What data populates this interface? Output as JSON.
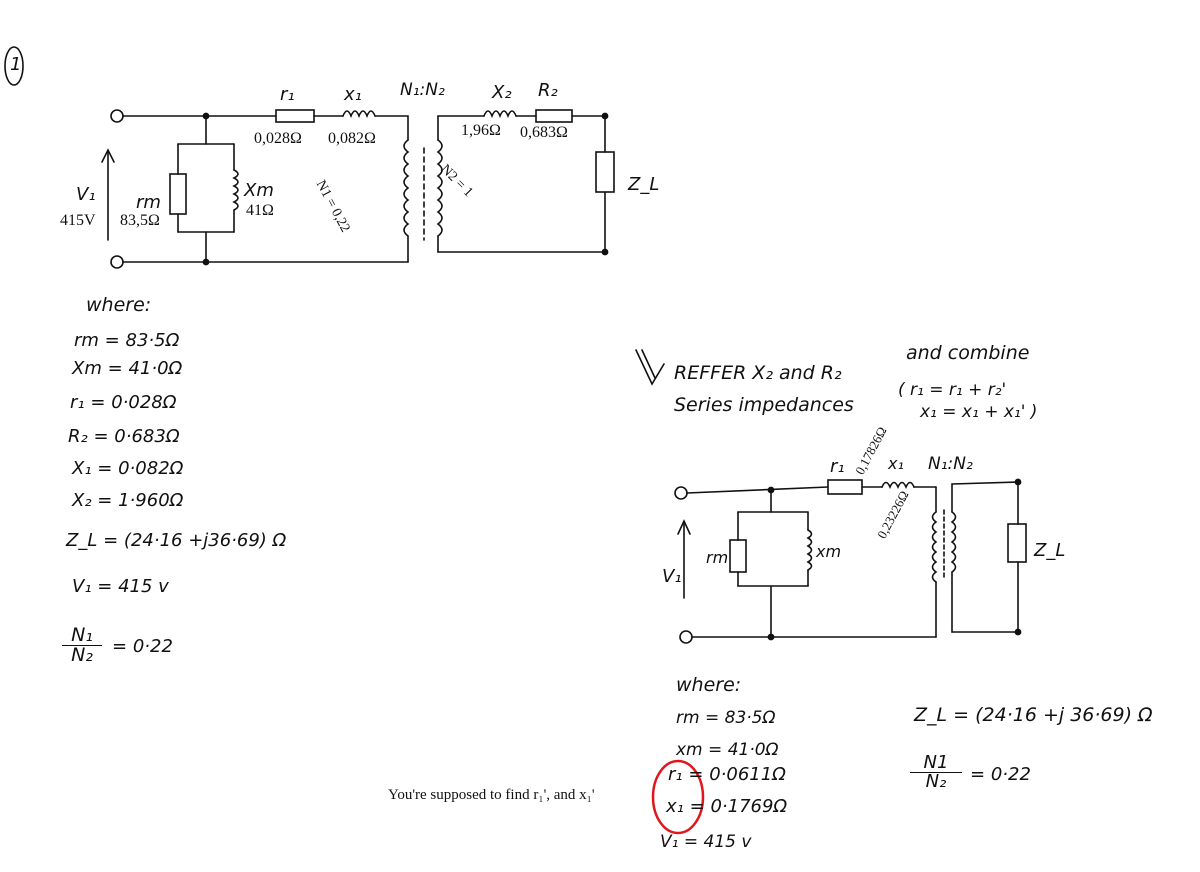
{
  "problem_number": "1",
  "colors": {
    "ink": "#111111",
    "highlight": "#e0161c"
  },
  "circuit1": {
    "labels": {
      "r1": "r₁",
      "x1": "x₁",
      "turns": "N₁:N₂",
      "x2": "X₂",
      "r2": "R₂",
      "r1_value": "0,028Ω",
      "x1_value": "0,082Ω",
      "x2_value": "1,96Ω",
      "r2_value": "0,683Ω",
      "n1": "N1 = 0,22",
      "n2": "N2 = 1",
      "v1": "V₁",
      "v1_value": "415V",
      "rm": "rm",
      "rm_value": "83,5Ω",
      "xm": "Xm",
      "xm_value": "41Ω",
      "zl": "Z_L"
    }
  },
  "values_left": {
    "heading": "where:",
    "rows": [
      {
        "sym": "rm",
        "eq": "=",
        "val": "83·5Ω"
      },
      {
        "sym": "Xm",
        "eq": "=",
        "val": "41·0Ω"
      },
      {
        "sym": "r₁",
        "eq": "=",
        "val": "0·028Ω"
      },
      {
        "sym": "R₂",
        "eq": "=",
        "val": "0·683Ω"
      },
      {
        "sym": "X₁",
        "eq": "=",
        "val": "0·082Ω"
      },
      {
        "sym": "X₂",
        "eq": "=",
        "val": "1·960Ω"
      },
      {
        "sym": "Z_L",
        "eq": "=",
        "val": "(24·16 +j36·69) Ω"
      },
      {
        "sym": "V₁",
        "eq": "=",
        "val": "415 v"
      }
    ],
    "ratio": {
      "num": "N₁",
      "den": "N₂",
      "eq": "=",
      "val": "0·22"
    }
  },
  "note": {
    "line1": "REFFER X₂ and R₂",
    "line1b": "and combine",
    "line2": "Series impedances",
    "paren1": "( r₁ = r₁ + r₂'",
    "paren2": "x₁ = x₁ + x₁' )"
  },
  "circuit2": {
    "labels": {
      "r1": "r₁",
      "r1_value": "0,17826Ω",
      "x1": "x₁",
      "x1_value": "0,23226Ω",
      "turns": "N₁:N₂",
      "rm": "rm",
      "xm": "xm",
      "v1": "V₁",
      "zl": "Z_L"
    }
  },
  "values_right": {
    "heading": "where:",
    "rows": [
      {
        "sym": "rm",
        "eq": "=",
        "val": "83·5Ω"
      },
      {
        "sym": "xm",
        "eq": "=",
        "val": "41·0Ω"
      },
      {
        "sym": "r₁",
        "eq": "=",
        "val": "0·0611Ω"
      },
      {
        "sym": "x₁",
        "eq": "=",
        "val": "0·1769Ω"
      },
      {
        "sym": "V₁",
        "eq": "=",
        "val": "415 v"
      }
    ],
    "zl": {
      "sym": "Z_L",
      "eq": "=",
      "val": "(24·16 +j 36·69) Ω"
    },
    "ratio": {
      "num": "N1",
      "den": "N₂",
      "eq": "=",
      "val": "0·22"
    }
  },
  "annotation": "You're supposed to find r₁', and x₁'"
}
